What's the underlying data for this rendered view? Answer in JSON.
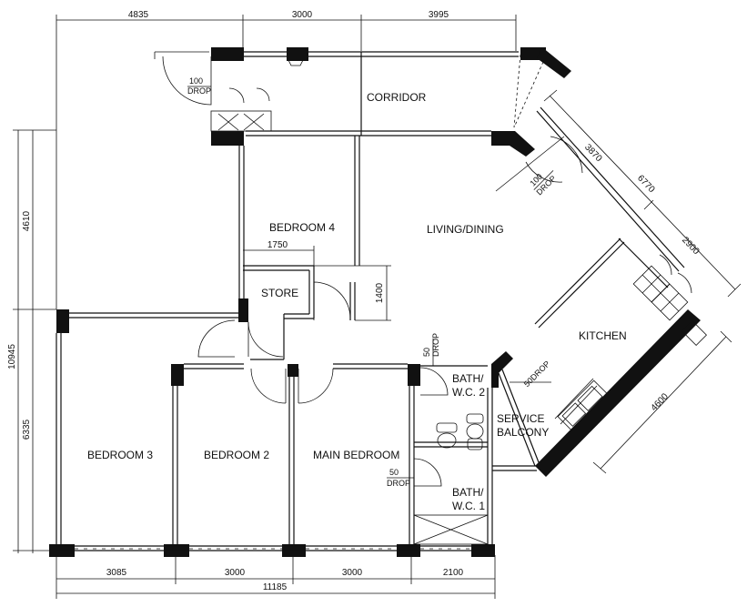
{
  "rooms": {
    "corridor": "CORRIDOR",
    "bedroom4": "BEDROOM 4",
    "living_dining": "LIVING/DINING",
    "store": "STORE",
    "kitchen": "KITCHEN",
    "bedroom3": "BEDROOM 3",
    "bedroom2": "BEDROOM 2",
    "main_bedroom": "MAIN BEDROOM",
    "bath2_line1": "BATH/",
    "bath2_line2": "W.C. 2",
    "bath1_line1": "BATH/",
    "bath1_line2": "W.C. 1",
    "service_line1": "SERVICE",
    "service_line2": "BALCONY"
  },
  "drops": {
    "entry_value": "100",
    "entry_label": "DROP",
    "living_value": "100",
    "living_label": "DROP",
    "bath2_value": "50",
    "bath2_label": "DROP",
    "service_value": "50",
    "service_label": "DROP",
    "bath1_value": "50",
    "bath1_label": "DROP"
  },
  "dimensions": {
    "top": [
      "4835",
      "3000",
      "3995"
    ],
    "left_total": "10945",
    "left_upper": "4610",
    "left_lower": "6335",
    "bottom": [
      "3085",
      "3000",
      "3000",
      "2100"
    ],
    "bottom_total": "11185",
    "store_width": "1750",
    "store_height": "1400",
    "diag_3870": "3870",
    "diag_6770": "6770",
    "diag_2900": "2900",
    "diag_4600": "4600"
  }
}
